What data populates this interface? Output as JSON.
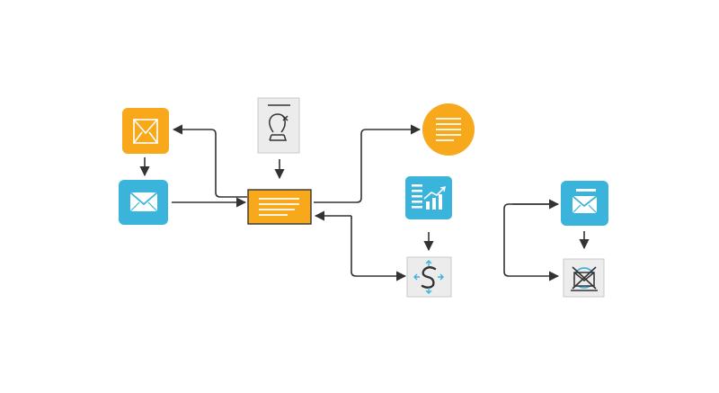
{
  "colors": {
    "orange": "#f7a81b",
    "blue": "#3bb4dc",
    "grey_fill": "#ececec",
    "grey_border": "#c9c9c9",
    "dark": "#333333",
    "white": "#ffffff"
  },
  "nodes": [
    {
      "id": "orange-mail",
      "icon": "envelope-icon",
      "shape": "rounded-square",
      "color": "orange"
    },
    {
      "id": "blue-mail",
      "icon": "envelope-icon",
      "shape": "rounded-square",
      "color": "blue"
    },
    {
      "id": "profile-form",
      "icon": "user-profile-icon",
      "shape": "document",
      "color": "grey"
    },
    {
      "id": "central-hub",
      "icon": "text-lines-icon",
      "shape": "rectangle",
      "color": "orange"
    },
    {
      "id": "orange-document",
      "icon": "text-lines-icon",
      "shape": "circle",
      "color": "orange"
    },
    {
      "id": "analytics",
      "icon": "bar-chart-icon",
      "shape": "rounded-square",
      "color": "blue"
    },
    {
      "id": "sync-tool",
      "icon": "s-cycle-icon",
      "shape": "square",
      "color": "grey"
    },
    {
      "id": "newsletter-mail",
      "icon": "newsletter-envelope-icon",
      "shape": "rounded-square",
      "color": "blue"
    },
    {
      "id": "no-mail",
      "icon": "no-mail-icon",
      "shape": "square",
      "color": "grey"
    }
  ],
  "edges": [
    {
      "from": "orange-mail",
      "to": "blue-mail"
    },
    {
      "from": "central-hub",
      "to": "orange-mail"
    },
    {
      "from": "blue-mail",
      "to": "central-hub"
    },
    {
      "from": "profile-form",
      "to": "central-hub"
    },
    {
      "from": "central-hub",
      "to": "orange-document"
    },
    {
      "from": "central-hub",
      "to": "sync-tool"
    },
    {
      "from": "sync-tool",
      "to": "central-hub"
    },
    {
      "from": "analytics",
      "to": "sync-tool"
    },
    {
      "from": "newsletter-mail",
      "to": "no-mail"
    },
    {
      "from": "no-mail",
      "to": "newsletter-mail"
    }
  ]
}
